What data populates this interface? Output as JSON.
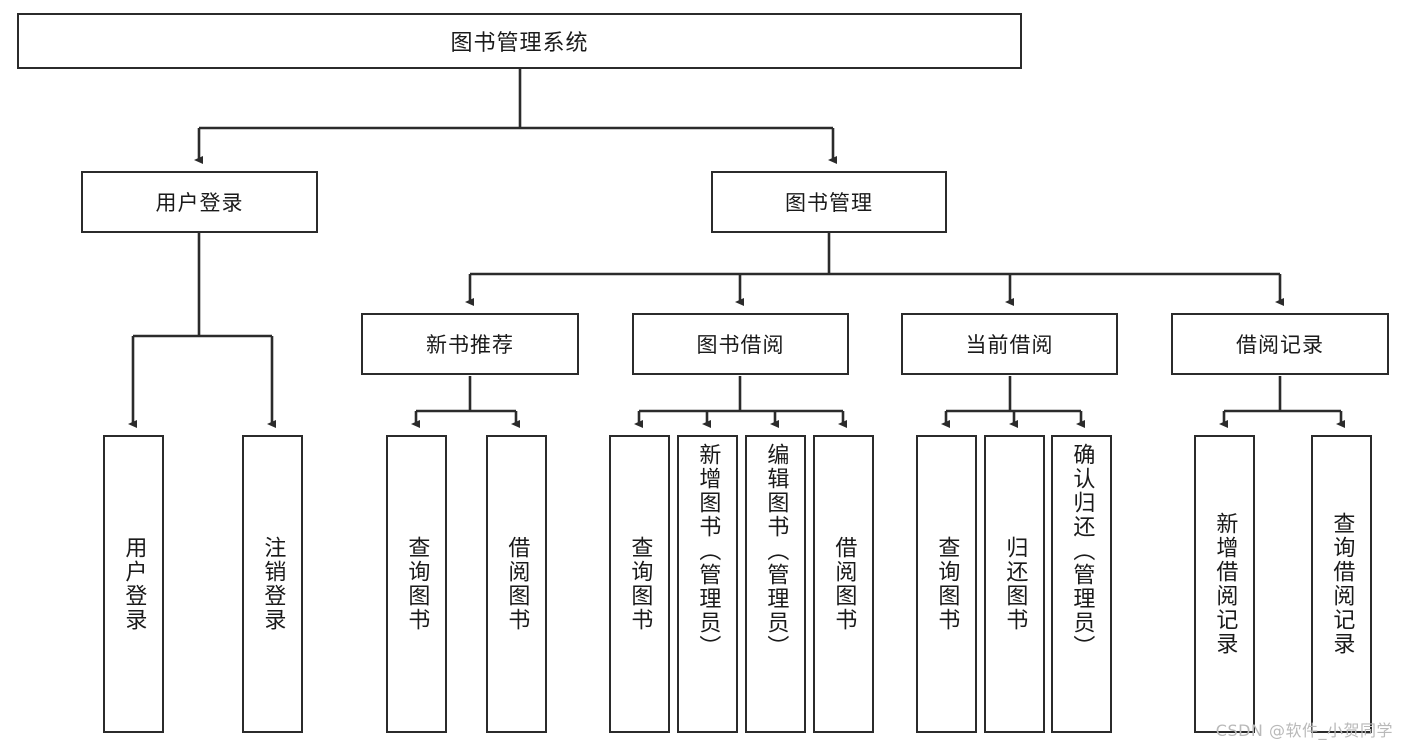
{
  "diagram": {
    "title": "图书管理系统",
    "type": "tree",
    "watermark": "CSDN @软件_小贺同学",
    "colors": {
      "stroke": "#2b2b2b",
      "fill": "#ffffff",
      "text": "#1a1a1a",
      "watermark": "#b9b9b9"
    },
    "nodes": {
      "root": {
        "label": "图书管理系统"
      },
      "level1": [
        {
          "label": "用户登录"
        },
        {
          "label": "图书管理"
        }
      ],
      "level2": [
        {
          "label": "新书推荐"
        },
        {
          "label": "图书借阅"
        },
        {
          "label": "当前借阅"
        },
        {
          "label": "借阅记录"
        }
      ],
      "leaves_user_login": [
        {
          "label": "用户登录"
        },
        {
          "label": "注销登录"
        }
      ],
      "leaves_new_book": [
        {
          "label": "查询图书"
        },
        {
          "label": "借阅图书"
        }
      ],
      "leaves_borrow": [
        {
          "label": "查询图书"
        },
        {
          "label": "新增图书（管理员）"
        },
        {
          "label": "编辑图书（管理员）"
        },
        {
          "label": "借阅图书"
        }
      ],
      "leaves_current": [
        {
          "label": "查询图书"
        },
        {
          "label": "归还图书"
        },
        {
          "label": "确认归还（管理员）"
        }
      ],
      "leaves_record": [
        {
          "label": "新增借阅记录"
        },
        {
          "label": "查询借阅记录"
        }
      ]
    }
  }
}
